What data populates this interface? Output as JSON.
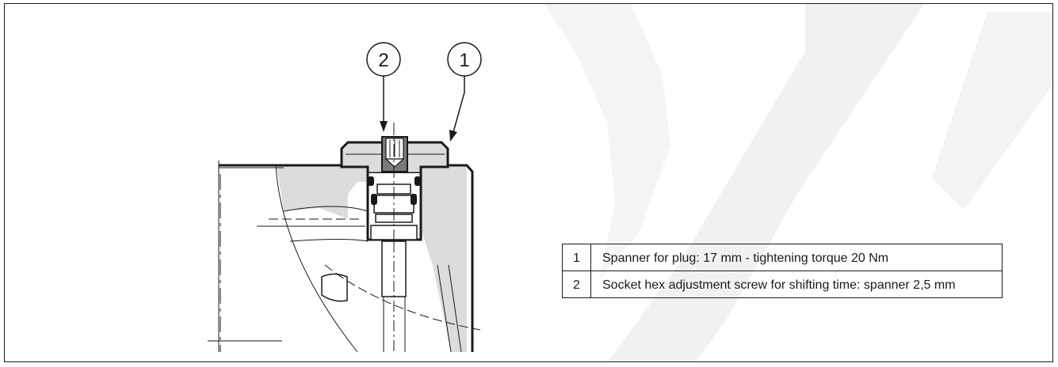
{
  "callouts": [
    {
      "id": "1"
    },
    {
      "id": "2"
    }
  ],
  "legend": [
    {
      "num": "1",
      "text": "Spanner for plug: 17 mm - tightening torque 20 Nm"
    },
    {
      "num": "2",
      "text": "Socket hex adjustment screw for shifting time: spanner 2,5 mm"
    }
  ],
  "colors": {
    "line": "#1a1a1a",
    "section_fill": "#dcdcdc",
    "dark_fill": "#7a7a7a",
    "watermark": "#f1f1f1"
  }
}
